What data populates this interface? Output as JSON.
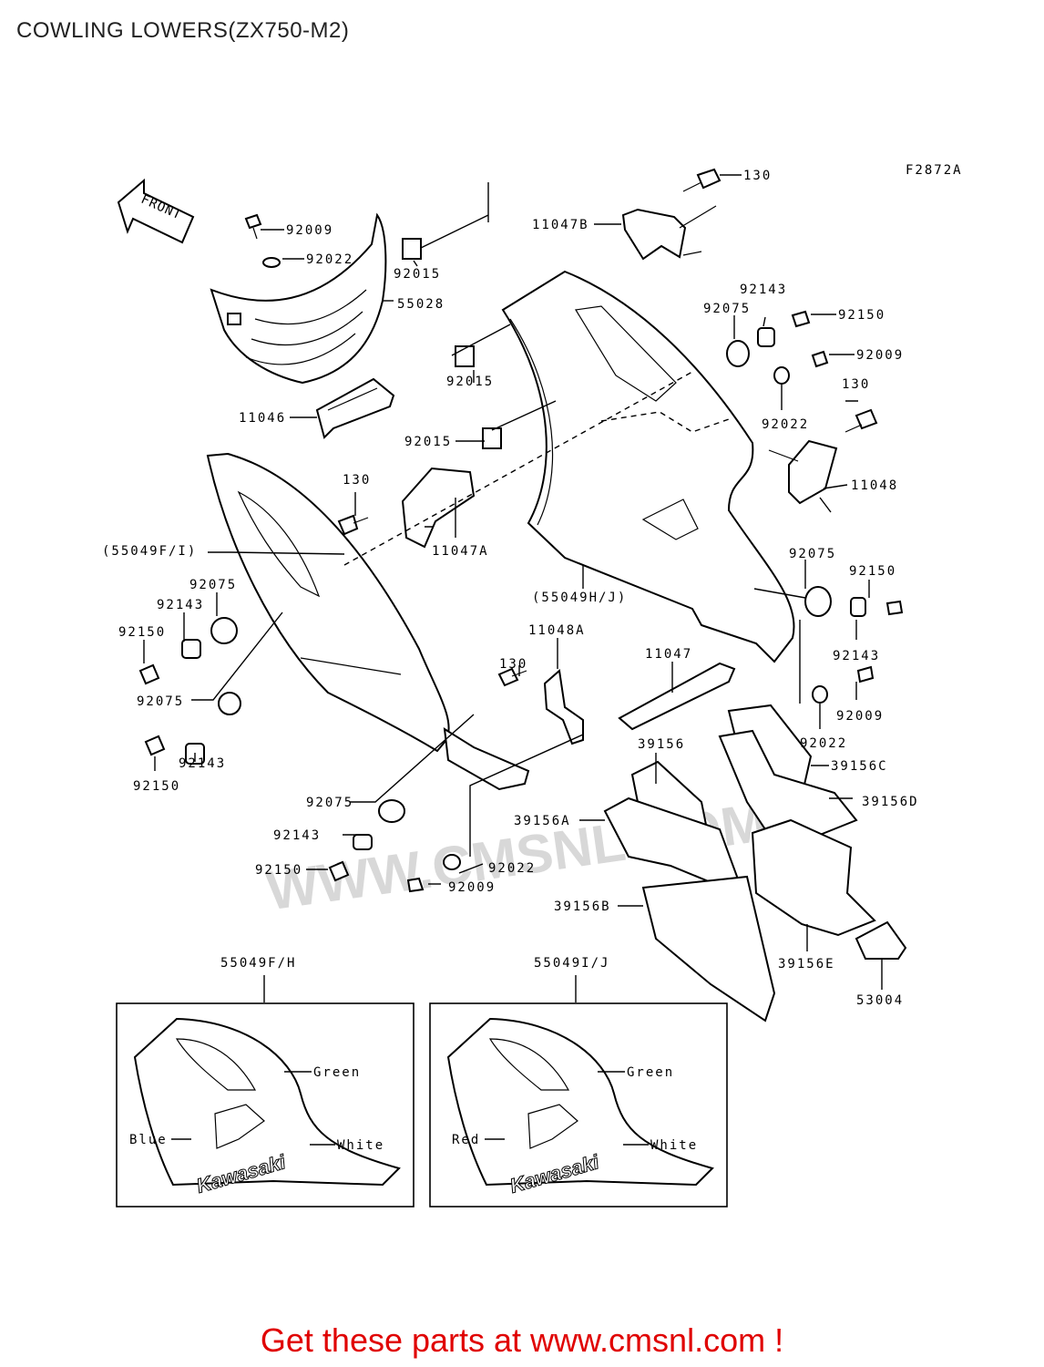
{
  "title": "COWLING LOWERS(ZX750-M2)",
  "figure_code": "F2872A",
  "front_label": "FRONT",
  "footer": "Get these parts at www.cmsnl.com !",
  "watermark": "WWW.CMSNL.COM",
  "callouts": {
    "c130a": "130",
    "c11047b": "11047B",
    "c92009a": "92009",
    "c92022a": "92022",
    "c92015a": "92015",
    "c55028": "55028",
    "c11046": "11046",
    "c92143a": "92143",
    "c92075a": "92075",
    "c92150a": "92150",
    "c92009b": "92009",
    "c92015b": "92015",
    "c92022b": "92022",
    "c130b": "130",
    "c92015c": "92015",
    "c11048": "11048",
    "c130c": "130",
    "c55049fi": "(55049F/I)",
    "c11047a": "11047A",
    "c92075b": "92075",
    "c92143b": "92143",
    "c92150b": "92150",
    "c92075c": "92075",
    "c92150c": "92150",
    "c55049hj": "(55049H/J)",
    "c11048a": "11048A",
    "c130d": "130",
    "c11047": "11047",
    "c92075d": "92075",
    "c92143c": "92143",
    "c92143d": "92143",
    "c92009c": "92009",
    "c92022c": "92022",
    "c39156": "39156",
    "c39156c": "39156C",
    "c39156d": "39156D",
    "c39156a": "39156A",
    "c92075e": "92075",
    "c92143e": "92143",
    "c92150d": "92150",
    "c92150e": "92150",
    "c92022d": "92022",
    "c92009d": "92009",
    "c39156b": "39156B",
    "c39156e": "39156E",
    "c53004": "53004"
  },
  "variants": [
    {
      "code": "55049F/H",
      "labels": {
        "green": "Green",
        "left": "Blue",
        "white": "White"
      },
      "decal": "Kawasaki"
    },
    {
      "code": "55049I/J",
      "labels": {
        "green": "Green",
        "left": "Red",
        "white": "White"
      },
      "decal": "Kawasaki"
    }
  ]
}
